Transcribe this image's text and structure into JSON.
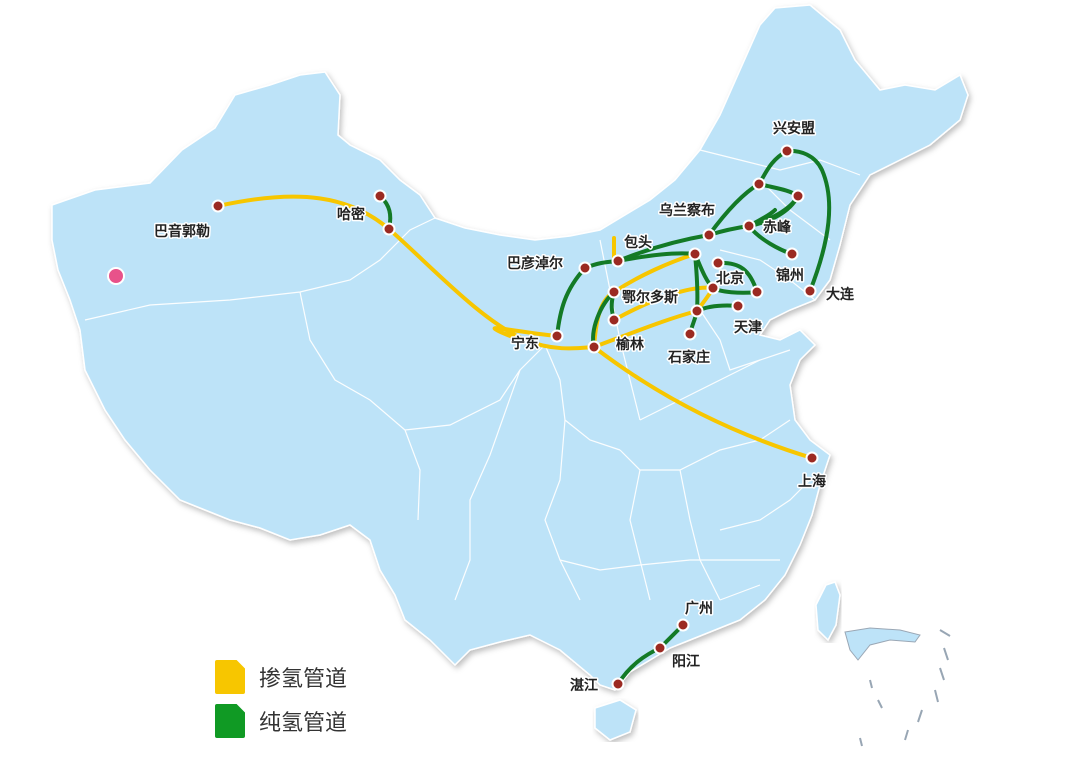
{
  "colors": {
    "land": "#bde3f8",
    "border": "#ffffff",
    "blended": "#f7c600",
    "pure": "#137a26",
    "city": "#9b2a22",
    "marker": "#e8528a"
  },
  "legend": {
    "blended_label": "掺氢管道",
    "pure_label": "纯氢管道"
  },
  "cities": [
    {
      "id": "bayinguoleng",
      "name": "巴音郭勒"
    },
    {
      "id": "hami",
      "name": "哈密"
    },
    {
      "id": "xinganmeng",
      "name": "兴安盟"
    },
    {
      "id": "wulanchabu",
      "name": "乌兰察布"
    },
    {
      "id": "chifeng",
      "name": "赤峰"
    },
    {
      "id": "baotou",
      "name": "包头"
    },
    {
      "id": "bayannaoer",
      "name": "巴彦淖尔"
    },
    {
      "id": "beijing",
      "name": "北京"
    },
    {
      "id": "jinzhou",
      "name": "锦州"
    },
    {
      "id": "dalian",
      "name": "大连"
    },
    {
      "id": "eerduosi",
      "name": "鄂尔多斯"
    },
    {
      "id": "tianjin",
      "name": "天津"
    },
    {
      "id": "ningdong",
      "name": "宁东"
    },
    {
      "id": "yulin",
      "name": "榆林"
    },
    {
      "id": "shijiazhuang",
      "name": "石家庄"
    },
    {
      "id": "shanghai",
      "name": "上海"
    },
    {
      "id": "guangzhou",
      "name": "广州"
    },
    {
      "id": "yangjiang",
      "name": "阳江"
    },
    {
      "id": "zhanjiang",
      "name": "湛江"
    }
  ]
}
